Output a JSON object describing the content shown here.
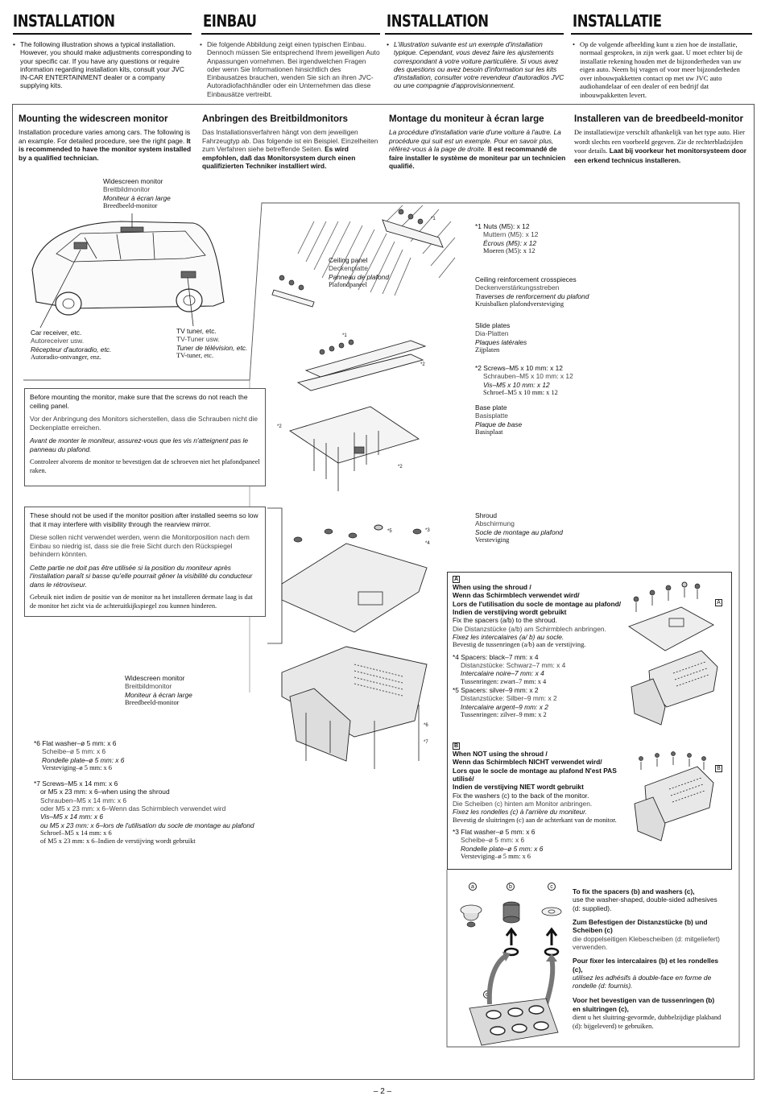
{
  "columns": [
    {
      "title": "INSTALLATION",
      "intro": "The following illustration shows a typical installation. However, you should make adjustments corresponding to your specific car. If you have any questions or require information regarding installation kits, consult your JVC IN-CAR ENTERTAINMENT dealer or a company supplying kits."
    },
    {
      "title": "EINBAU",
      "intro": "Die folgende Abbildung zeigt einen typischen Einbau. Dennoch müssen Sie entsprechend Ihrem jeweiligen Auto Anpassungen vornehmen. Bei irgendwelchen Fragen oder wenn Sie Informationen hinsichtlich des Einbausatzes brauchen, wenden Sie sich an ihren JVC-Autoradiofachhändler oder ein Unternehmen das diese Einbausätze vertreibt."
    },
    {
      "title": "INSTALLATION",
      "intro": "L'illustration suivante est un exemple d'installation typique. Cependant, vous devez faire les ajustements correspondant à votre voiture particulière. Si vous avez des questions ou avez besoin d'information sur les kits d'installation, consulter votre revendeur d'autoradios JVC ou une compagnie d'approvisionnement."
    },
    {
      "title": "INSTALLATIE",
      "intro": "Op de volgende afbeelding kunt u zien hoe de installatie, normaal gesproken, in zijn werk gaat. U moet echter bij de installatie rekening houden met de bijzonderheden van uw eigen auto. Neem bij vragen of voor meer bijzonderheden over inbouwpakketten contact op met uw JVC auto audiohandelaar of een dealer of een bedrijf dat inbouwpakketten levert."
    }
  ],
  "sections": [
    {
      "heading": "Mounting the widescreen monitor",
      "body": "Installation procedure varies among cars. The following is an example. For detailed procedure, see the right page.",
      "bold": "It is recommended to have the monitor system installed by a qualified technician."
    },
    {
      "heading": "Anbringen des Breitbildmonitors",
      "body": "Das Installationsverfahren hängt von dem jeweiligen Fahrzeugtyp ab. Das folgende ist ein Beispiel. Einzelheiten zum Verfahren siehe betreffende Seiten.",
      "bold": "Es wird empfohlen, daß das Monitorsystem durch einen qualifizierten Techniker installiert wird."
    },
    {
      "heading": "Montage du moniteur à écran large",
      "body": "La procédure d'installation varie d'une voiture à l'autre. La procédure qui suit est un exemple. Pour en savoir plus, référez-vous à la page de droite.",
      "bold": "Il est recommandé de faire installer le système de moniteur par un technicien qualifié."
    },
    {
      "heading": "Installeren van de breedbeeld-monitor",
      "body": "De installatiewijze verschilt afhankelijk van het type auto. Hier wordt slechts een voorbeeld gegeven. Zie de rechterbladzijden voor details.",
      "bold": "Laat bij voorkeur het monitorsysteem door een erkend technicus installeren."
    }
  ],
  "car_labels": {
    "monitor": [
      "Widescreen monitor",
      "Breitbildmonitor",
      "Moniteur à écran large",
      "Breedbeeld-monitor"
    ],
    "receiver": [
      "Car receiver, etc.",
      "Autoreceiver usw.",
      "Récepteur d'autoradio, etc.",
      "Autoradio-ontvanger, enz."
    ],
    "tuner": [
      "TV tuner, etc.",
      "TV-Tuner usw.",
      "Tuner de télévision, etc.",
      "TV-tuner, etc."
    ]
  },
  "note_screws": [
    "Before mounting the monitor, make sure that the screws do not reach the ceiling panel.",
    "Vor der Anbringung des Monitors sicherstellen, dass die Schrauben nicht die Deckenplatte erreichen.",
    "Avant de monter le moniteur, assurez-vous que les vis n'atteignent pas le panneau du plafond.",
    "Controleer alvorens de monitor te bevestigen dat de schroeven niet het plafondpaneel raken."
  ],
  "note_shroud": [
    "These should not be used if the monitor position after installed seems so low that it may interfere with visibility through the rearview mirror.",
    "Diese sollen nicht verwendet werden, wenn die Monitorposition nach dem Einbau so niedrig ist, dass sie die freie Sicht durch den Rückspiegel behindern könnten.",
    "Cette partie ne doit pas être utilisée si la position du moniteur après l'installation paraît si basse qu'elle pourrait gêner la visibilité du conducteur dans le rétroviseur.",
    "Gebruik niet indien de positie van de monitor na het installeren dermate laag is dat de monitor het zicht via de achteruitkijkspiegel zou kunnen hinderen."
  ],
  "parts": {
    "ceiling_panel": [
      "Ceiling panel",
      "Deckenplatte",
      "Panneau de plafond",
      "Plafondpaneel"
    ],
    "nuts": [
      "*1 Nuts (M5): x 12",
      "Muttern (M5): x 12",
      "Écrous (M5): x 12",
      "Moeren (M5): x 12"
    ],
    "crosspieces": [
      "Ceiling reinforcement crosspieces",
      "Deckenverstärkungsstreben",
      "Traverses de renforcement du plafond",
      "Kruisbalken plafondversteviging"
    ],
    "slide": [
      "Slide plates",
      "Dia-Platten",
      "Plaques latérales",
      "Zijplaten"
    ],
    "screws10": [
      "*2 Screws–M5 x 10 mm: x 12",
      "Schrauben–M5 x 10 mm: x 12",
      "Vis–M5 x 10 mm: x 12",
      "Schroef–M5 x 10 mm: x 12"
    ],
    "base": [
      "Base plate",
      "Basisplatte",
      "Plaque de base",
      "Basisplaat"
    ],
    "shroud": [
      "Shroud",
      "Abschirmung",
      "Socle de montage au plafond",
      "Versteviging"
    ],
    "monitor": [
      "Widescreen monitor",
      "Breitbildmonitor",
      "Moniteur à écran large",
      "Breedbeeld-monitor"
    ],
    "washer6": [
      "*6 Flat washer–ø 5 mm: x 6",
      "Scheibe–ø 5 mm: x 6",
      "Rondelle plate–ø 5 mm: x 6",
      "Versteviging–ø 5 mm: x 6"
    ],
    "screws14": [
      "*7 Screws–M5 x 14 mm: x 6",
      "or M5 x 23 mm: x 6–when using the shroud",
      "Schrauben–M5 x 14 mm: x 6",
      "oder M5 x 23 mm: x 6–Wenn das Schirmblech verwendet wird",
      "Vis–M5 x 14 mm: x 6",
      "ou M5 x 23 mm: x 6–lors de l'utilisation du socle de montage au plafond",
      "Schroef–M5 x 14 mm: x 6",
      "of M5 x 23 mm: x 6–Indien de verstijving wordt gebruikt"
    ]
  },
  "callouts": {
    "n1": "*1",
    "n2": "*2",
    "n3": "*3",
    "n4": "*4",
    "n5": "*5",
    "n6": "*6",
    "n7": "*7",
    "A": "A",
    "B": "B",
    "a": "a",
    "b": "b",
    "c": "c",
    "d": "d"
  },
  "box_a": {
    "title": [
      "When using the shroud /",
      "Wenn das Schirmblech verwendet wird/",
      "Lors de l'utilisation du socle de montage au plafond/",
      "Indien de verstijving wordt gebruikt"
    ],
    "lines": [
      "Fix the spacers (a/b) to the shroud.",
      "Die Distanzstücke (a/b) am Schirmblech anbringen.",
      "Fixez les intercalaires (a/ b) au socle.",
      "Bevestig de tussenringen (a/b) aan de verstijving."
    ],
    "spacers4": [
      "*4 Spacers: black–7 mm: x 4",
      "Distanzstücke: Schwarz–7 mm: x 4",
      "Intercalaire noire–7 mm: x 4",
      "Tussenringen: zwart–7 mm: x 4"
    ],
    "spacers5": [
      "*5 Spacers: silver–9 mm: x 2",
      "Distanzstücke: Silber–9 mm: x 2",
      "Intercalaire argent–9 mm: x 2",
      "Tussenringen: zilver–9 mm: x 2"
    ]
  },
  "box_b": {
    "title": [
      "When NOT using the shroud /",
      "Wenn das Schirmblech NICHT verwendet wird/",
      "Lors que le socle de montage au plafond N'est PAS utilisé/",
      "Indien de verstijving NIET wordt gebruikt"
    ],
    "lines": [
      "Fix the washers (c) to the back of the monitor.",
      "Die Scheiben (c) hinten am Monitor anbringen.",
      "Fixez les rondelles (c) à l'arrière du moniteur.",
      "Bevestig de sluitringen (c) aan de achterkant van de monitor."
    ],
    "washer3": [
      "*3 Flat washer–ø 5 mm: x 6",
      "Scheibe–ø 5 mm: x 6",
      "Rondelle plate–ø 5 mm: x 6",
      "Versteviging–ø 5 mm: x 6"
    ]
  },
  "adhesive": [
    {
      "bold": "To fix the spacers (b) and washers (c),",
      "text": "use the washer-shaped, double-sided adhesives (d: supplied)."
    },
    {
      "bold": "Zum Befestigen der Distanzstücke (b) und Scheiben (c)",
      "text": "die doppelseitigen Klebescheiben (d: mitgeliefert) verwenden."
    },
    {
      "bold": "Pour fixer les intercalaires (b) et les rondelles (c),",
      "text": "utilisez les adhésifs à double-face en forme de rondelle (d: fournis)."
    },
    {
      "bold": "Voor het bevestigen van de tussenringen (b) en sluitringen (c),",
      "text": "dient u het sluitring-gevormde, dubbelzijdige plakband (d): bijgeleverd) te gebruiken."
    }
  ],
  "page_number": "– 2 –"
}
